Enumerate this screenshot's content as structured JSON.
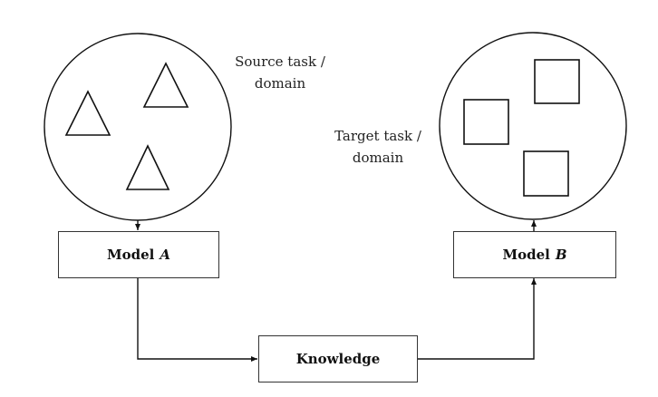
{
  "source": {
    "label_line1": "Source task /",
    "label_line2": "domain",
    "shape": "triangle"
  },
  "target": {
    "label_line1": "Target task /",
    "label_line2": "domain",
    "shape": "square"
  },
  "model_a": {
    "prefix": "Model",
    "variable": "A"
  },
  "model_b": {
    "prefix": "Model",
    "variable": "B"
  },
  "knowledge": {
    "label": "Knowledge"
  }
}
